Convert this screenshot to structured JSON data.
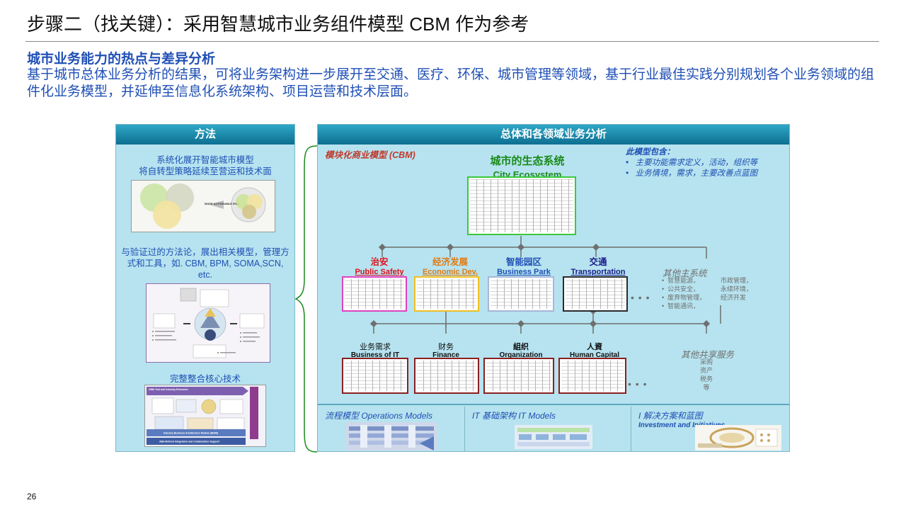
{
  "slide": {
    "title": "步骤二（找关键）：采用智慧城市业务组件模型 CBM 作为参考",
    "subtitle": "城市业务能力的热点与差异分析",
    "intro": "基于城市总体业务分析的结果，可将业务架构进一步展开至交通、医疗、环保、城市管理等领域，基于行业最佳实践分别规划各个业务领域的组件化业务模型，并延伸至信息化系统架构、项目运营和技术层面。",
    "page_number": "26"
  },
  "method_panel": {
    "header": "方法",
    "text1": "系统化展开智能城市模型\n将自转型策略延续至营运和技术面",
    "text2": "与验证过的方法论，展出相关模型，管理方式和工具，如. CBM, BPM, SOMA,SCN, etc.",
    "text3": "完整整合核心技术",
    "thumb1_caption": "MADE ACTIONABLE BY...",
    "thumb3_top": "CBM Tool and Industry Extension",
    "thumb3_mid": "Industry Business Architecture Models (IBAM)",
    "thumb3_bottom": "ABA Method Integration and Collaboration Support"
  },
  "analysis_panel": {
    "header": "总体和各领域业务分析",
    "cbm_label": "模块化商业模型 (CBM)",
    "eco_cn": "城市的生态系统",
    "eco_en": "City Ecosystem",
    "includes_title": "此模型包含：",
    "includes_items": [
      "主要功能需求定义，活动，组织等",
      "业务情境，需求，主要改善点蓝图"
    ],
    "domains": [
      {
        "cn": "治安",
        "en": "Public Safety",
        "color": "#e0101a"
      },
      {
        "cn": "经济发展",
        "en": "Economic Dev.",
        "color": "#e07a10"
      },
      {
        "cn": "智能园区",
        "en": "Business Park",
        "color": "#1f4fb5"
      },
      {
        "cn": "交通",
        "en": "Transportation",
        "color": "#1a1a8a"
      }
    ],
    "other_systems_title": "其他主系统",
    "other_systems_col1": [
      "智慧能源，",
      "公共安全，",
      "废弃物管理，",
      "智能通讯，"
    ],
    "other_systems_col2": [
      "市政管理，",
      "永续环境，",
      "经济开发"
    ],
    "business": [
      {
        "cn": "业务需求",
        "en": "Business of IT"
      },
      {
        "cn": "财务",
        "en": "Finance"
      },
      {
        "cn": "組织",
        "en": "Organization"
      },
      {
        "cn": "人資",
        "en": "Human Capital"
      }
    ],
    "shared_title": "其他共享服务",
    "shared_items": [
      "采购",
      "资产",
      "税务",
      "等"
    ],
    "ellipsis": "• • •",
    "bottom": [
      {
        "label": "流程模型 Operations Models",
        "sub": ""
      },
      {
        "label": "IT 基础架构 IT Models",
        "sub": ""
      },
      {
        "label": "I 解决方案和蓝图",
        "sub": "Investment and Initiatives"
      }
    ]
  }
}
